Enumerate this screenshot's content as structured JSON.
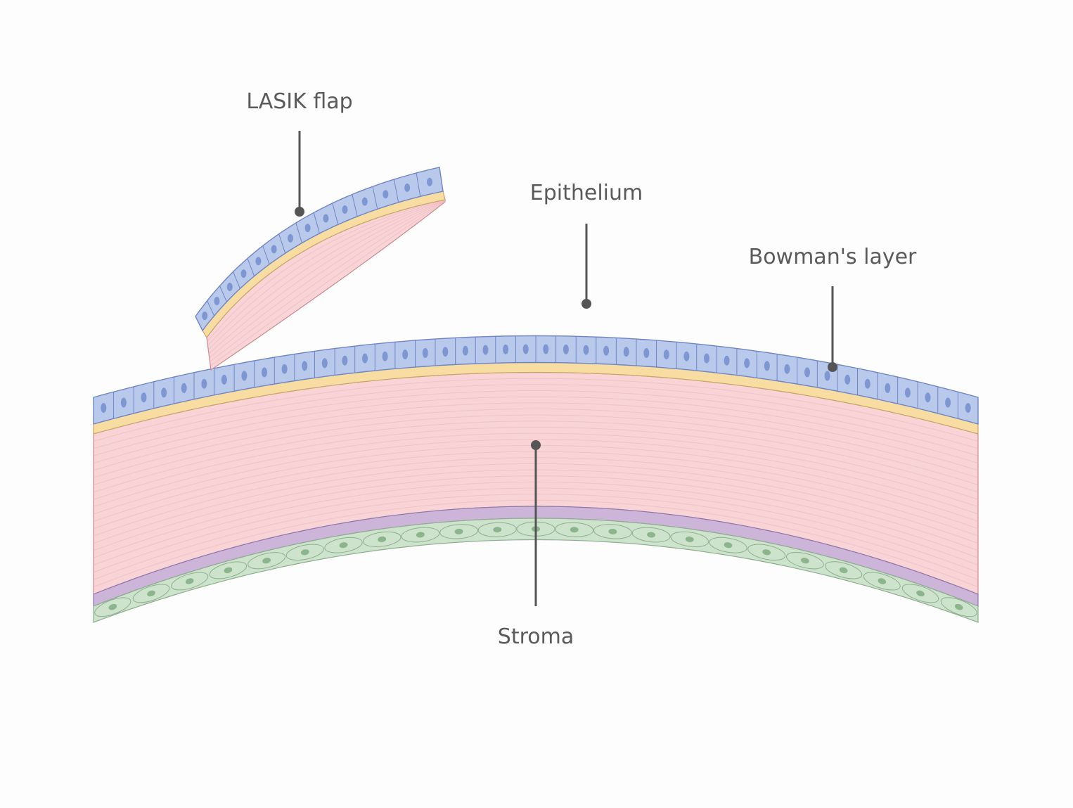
{
  "labels": {
    "flap": "LASIK flap",
    "epithelium": "Epithelium",
    "bowman": "Bowman's layer",
    "stroma": "Stroma"
  },
  "colors": {
    "background": "#fdfdfd",
    "epithelium_fill": "#b9c9ec",
    "epithelium_stroke": "#6f86c5",
    "nucleus_blue": "#7e97d3",
    "bowman_fill": "#f7dda2",
    "bowman_stroke": "#c9a567",
    "stroma_fill": "#f8d4d7",
    "stroma_fiber": "#ecb3b8",
    "stroma_stroke": "#c98a90",
    "descemet_fill": "#cdb5da",
    "descemet_stroke": "#8e76ab",
    "endothelium_fill": "#cde3cc",
    "endothelium_stroke": "#8fae8f",
    "nucleus_green": "#8db58d",
    "leader": "#555555"
  }
}
